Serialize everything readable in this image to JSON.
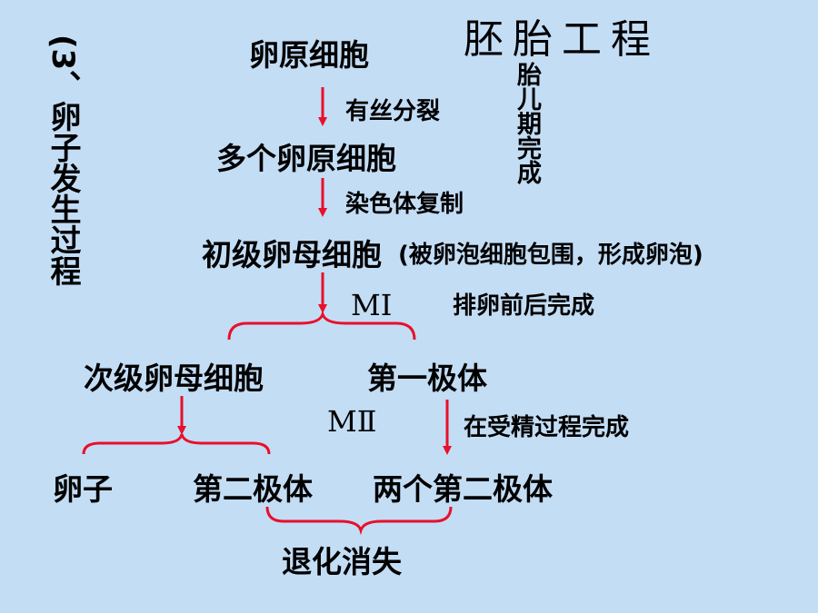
{
  "title": "胚胎工程",
  "side_heading": "(3、卵子发生过程",
  "fetal_note": "胎儿期完成",
  "nodes": {
    "oogonium": "卵原细胞",
    "mitosis": "有丝分裂",
    "many_oogonia": "多个卵原细胞",
    "chromosome_replication": "染色体复制",
    "primary_oocyte": "初级卵母细胞",
    "follicle_note": "(被卵泡细胞包围，形成卵泡)",
    "meiosis_one": "MⅠ",
    "meiosis_one_note": "排卵前后完成",
    "secondary_oocyte": "次级卵母细胞",
    "first_polar_body": "第一极体",
    "meiosis_two": "MⅡ",
    "meiosis_two_note": "在受精过程完成",
    "ovum": "卵子",
    "second_polar_body": "第二极体",
    "two_second_polar_bodies": "两个第二极体",
    "degenerate": "退化消失"
  },
  "colors": {
    "arrow": "#e8102a",
    "background": "#c3ddf5",
    "text": "#000000"
  }
}
